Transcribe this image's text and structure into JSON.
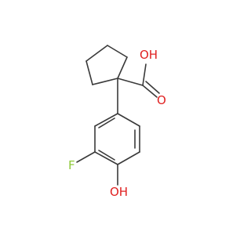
{
  "molecule": {
    "atoms": {
      "oh_acid": "OH",
      "o_carbonyl": "O",
      "fluorine": "F",
      "oh_phenol": "OH"
    },
    "colors": {
      "bond": "#3a3a3a",
      "oxygen": "#e02020",
      "fluorine": "#8fc93a",
      "background": "#ffffff"
    }
  }
}
